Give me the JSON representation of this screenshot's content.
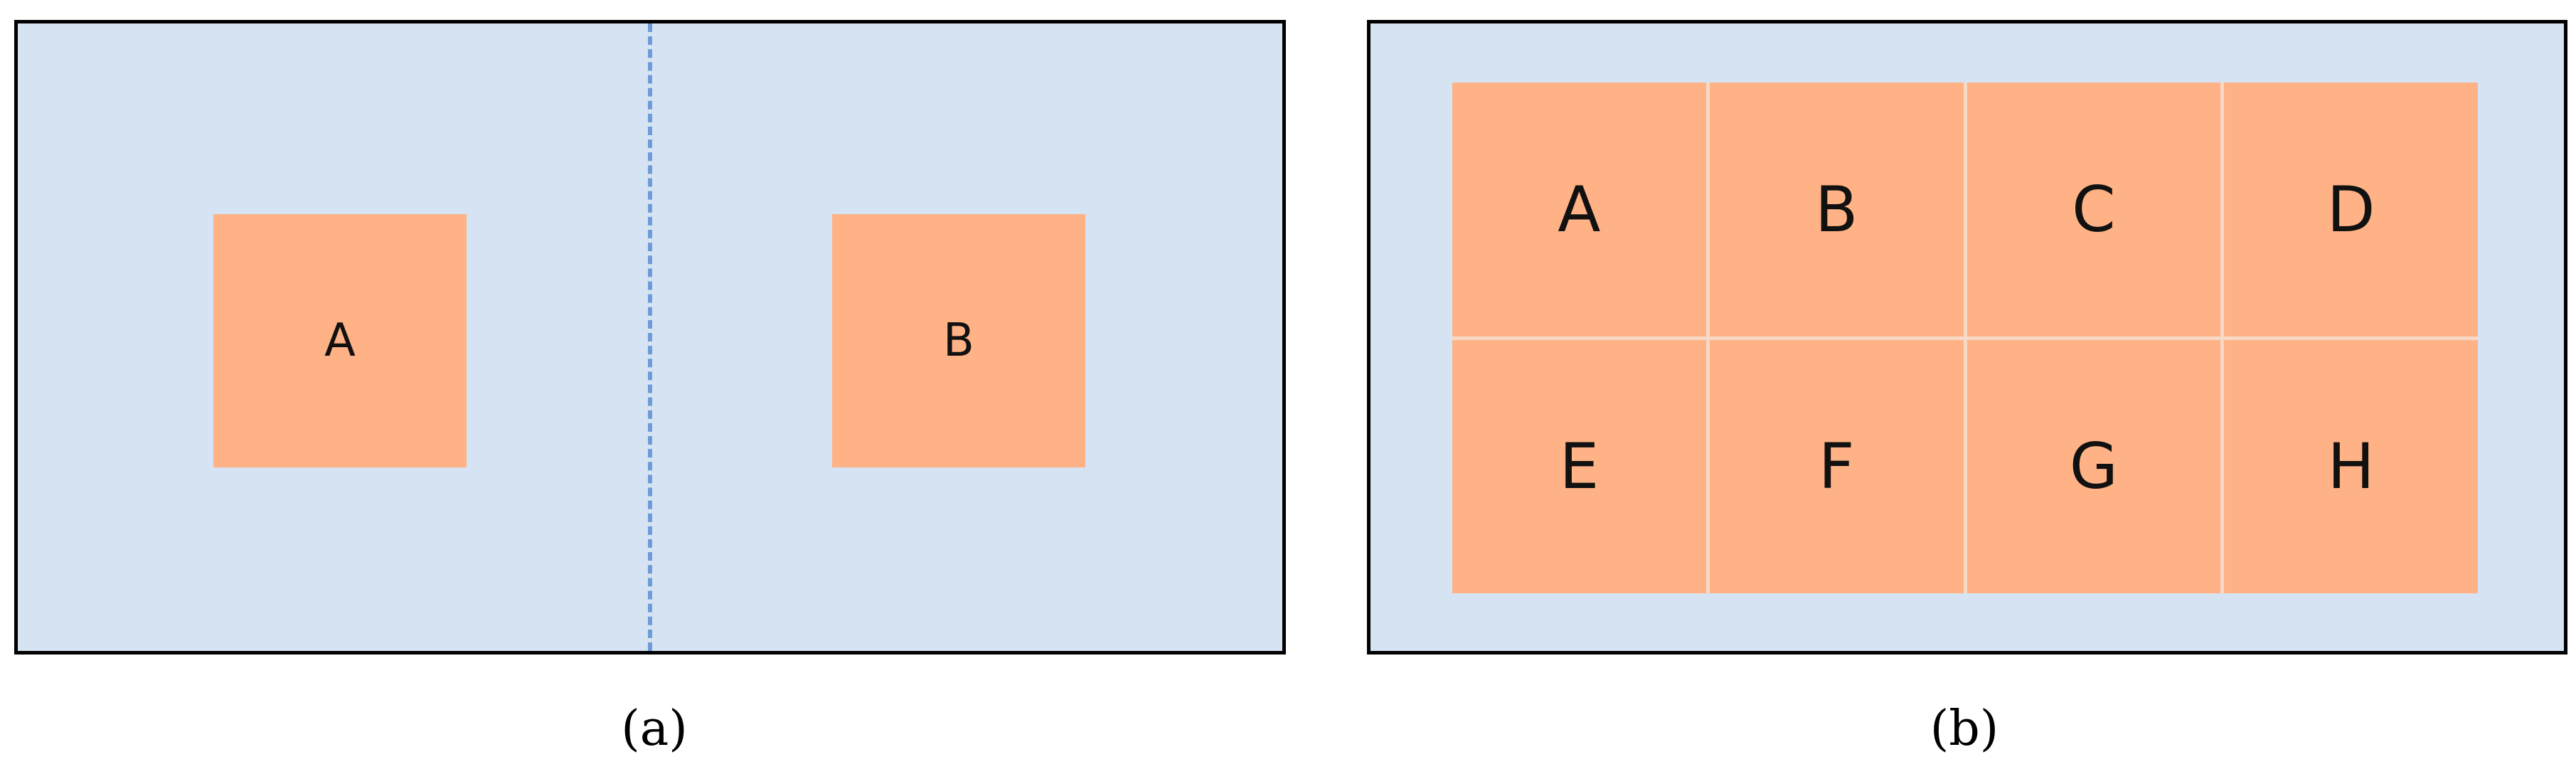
{
  "colors": {
    "panel_background": "#d6e3f3",
    "partition_fill": "#ffb285",
    "grid_gap": "#f6d9c6",
    "border": "#000000",
    "divider": "#6f9bd8"
  },
  "panel_a": {
    "caption": "(a)",
    "partitions": [
      "A",
      "B"
    ]
  },
  "panel_b": {
    "caption": "(b)",
    "cells": [
      "A",
      "B",
      "C",
      "D",
      "E",
      "F",
      "G",
      "H"
    ]
  }
}
